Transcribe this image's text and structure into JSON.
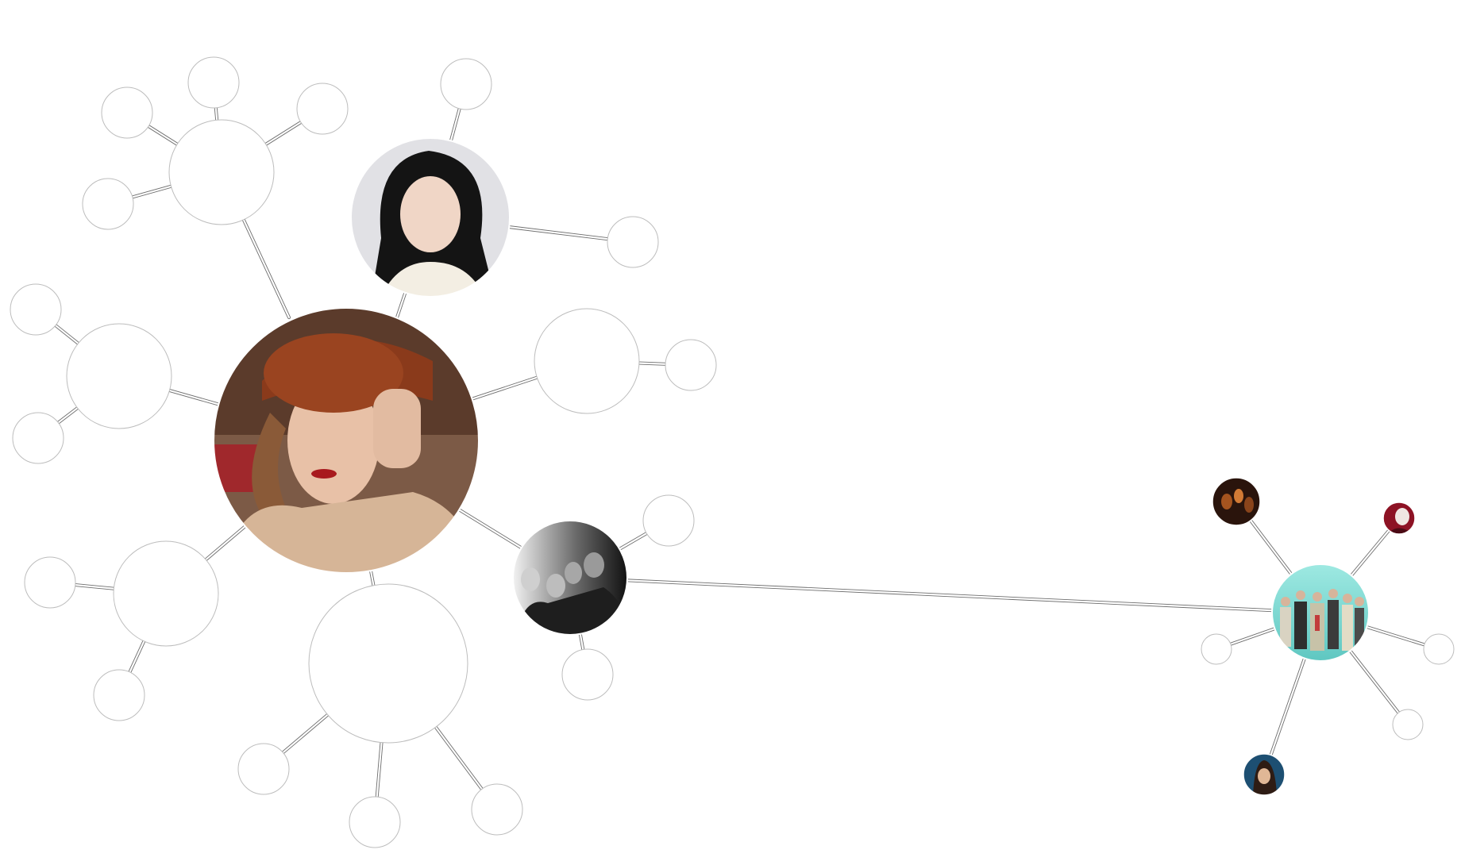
{
  "graph": {
    "background": "#ffffff",
    "edge_color": "#6e6e6e",
    "node_border_color": "#bdbdbd",
    "photo_nodes": [
      {
        "id": "center-cluster-a",
        "icon": "artist-photo-red-cap-coat",
        "colors": [
          "#6b2e17",
          "#b85a2a",
          "#d9b79a",
          "#3a2a22"
        ]
      },
      {
        "id": "upper-artist",
        "icon": "artist-photo-dark-hair-portrait",
        "colors": [
          "#e3e3e6",
          "#141414",
          "#f2ece2",
          "#c9a48e"
        ]
      },
      {
        "id": "bridge-artist",
        "icon": "band-photo-black-and-white",
        "colors": [
          "#1a1a1a",
          "#8a8a8a",
          "#e8e8e8",
          "#3c3c3c"
        ]
      },
      {
        "id": "center-cluster-b",
        "icon": "band-photo-teal-background",
        "colors": [
          "#7fded8",
          "#2d2d2d",
          "#c23b3b",
          "#e7ddc4"
        ]
      },
      {
        "id": "small-band-dark",
        "icon": "band-photo-dark-warm",
        "colors": [
          "#2a140c",
          "#a5541f",
          "#5a2d14",
          "#d27a35"
        ]
      },
      {
        "id": "small-artist-red",
        "icon": "artist-photo-red-tone",
        "colors": [
          "#8d1224",
          "#f0e6e2",
          "#4b0a14",
          "#d5b2a6"
        ]
      },
      {
        "id": "small-artist-blue",
        "icon": "artist-photo-blue-tone",
        "colors": [
          "#1d4f72",
          "#2e1c14",
          "#e0b796",
          "#123145"
        ]
      }
    ]
  }
}
